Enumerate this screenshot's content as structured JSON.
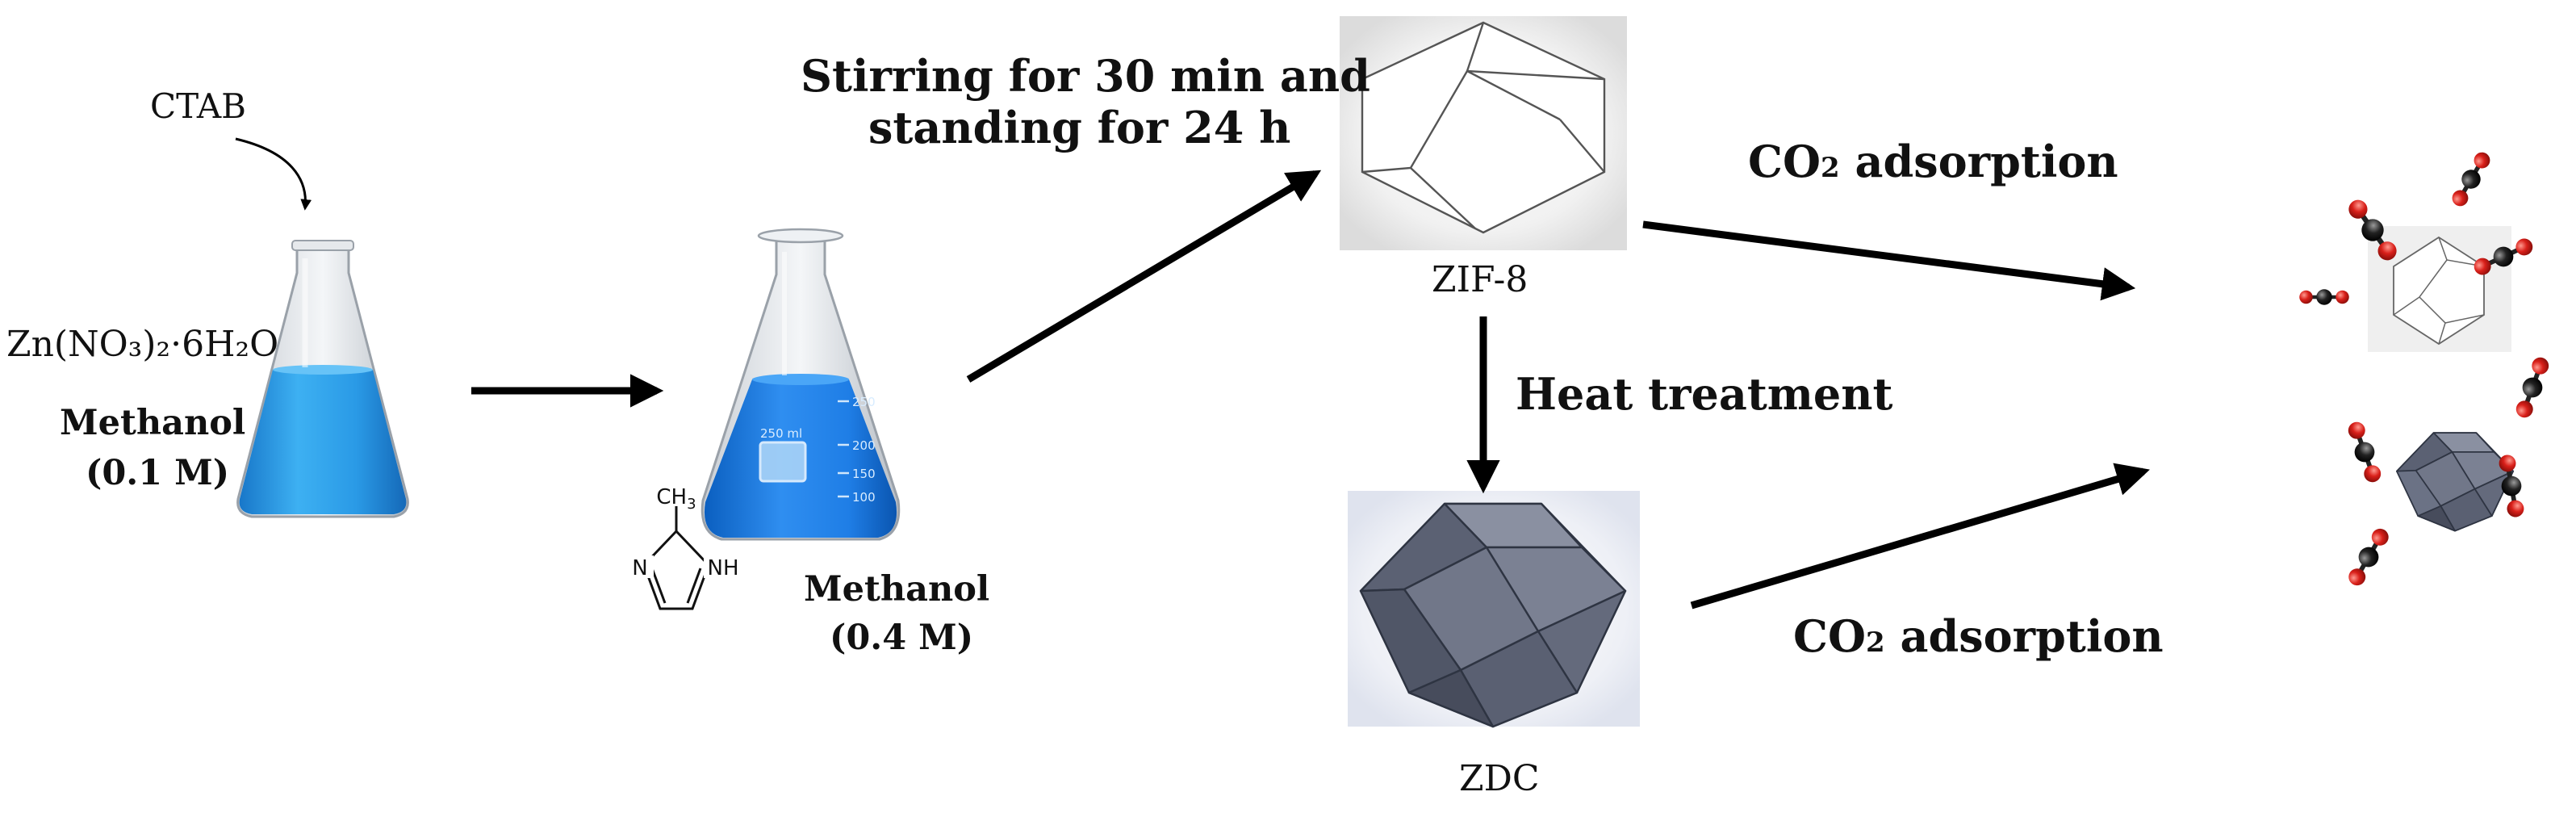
{
  "reagents": {
    "ctab": "CTAB",
    "zinc_nitrate": "Zn(NO₃)₂·6H₂O",
    "solvent_1": "Methanol",
    "conc_1": "(0.1 M)",
    "solvent_2": "Methanol",
    "conc_2": "(0.4 M)",
    "methyl_group": "CH",
    "methyl_sub": "3",
    "ring_n": "N",
    "ring_nh": "NH"
  },
  "flask_marks": {
    "volume": "250 ml",
    "ticks": [
      "250",
      "200",
      "150",
      "100"
    ]
  },
  "steps": {
    "stirring_line1": "Stirring for 30 min and",
    "stirring_line2": "standing for 24 h",
    "heat_treatment": "Heat treatment",
    "co2_prefix": "CO",
    "co2_sub": "2",
    "co2_rest": " adsorption"
  },
  "products": {
    "zif8": "ZIF-8",
    "zdc": "ZDC"
  },
  "colors": {
    "solution_blue": "#1e8fe0",
    "zdc_gray": "#6b7285",
    "oxygen_red": "#d9201a",
    "carbon_black": "#111111"
  }
}
